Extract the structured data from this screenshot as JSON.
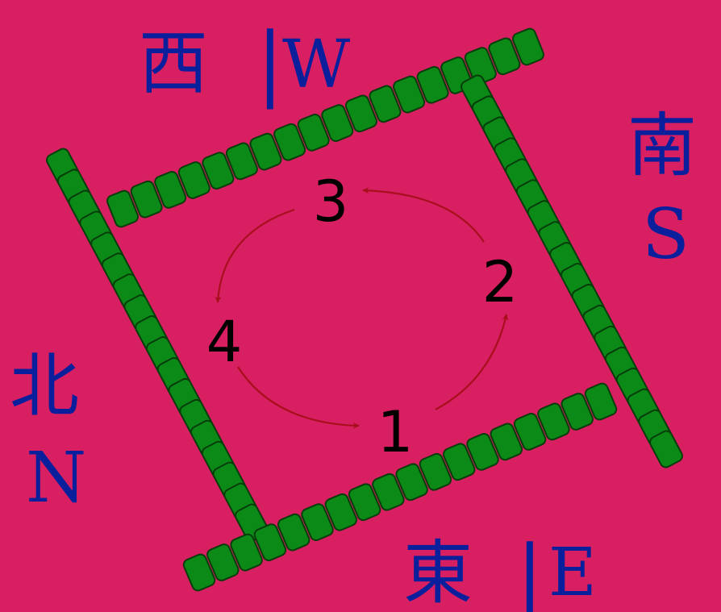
{
  "colors": {
    "background": "#d81f62",
    "tile": "#0b8a18",
    "tile_outline": "#063d0a",
    "text_wind": "#0a1f9c",
    "arrow": "#a80f1c"
  },
  "winds": {
    "west_cjk": "西",
    "west_sep": "|",
    "west_latin": "W",
    "south_cjk": "南",
    "south_latin": "S",
    "north_cjk": "北",
    "north_latin": "N",
    "east_cjk": "東",
    "east_sep": "|",
    "east_latin": "E"
  },
  "order": [
    "1",
    "2",
    "3",
    "4"
  ]
}
